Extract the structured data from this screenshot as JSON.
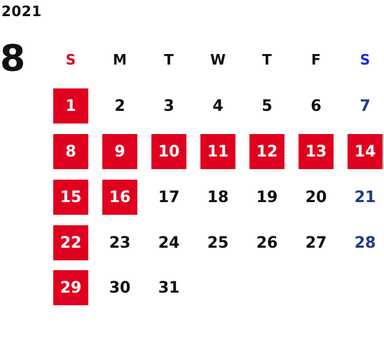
{
  "calendar": {
    "year": "2021",
    "month": "8",
    "weekdays": [
      "S",
      "M",
      "T",
      "W",
      "T",
      "F",
      "S"
    ],
    "weeks": [
      [
        "",
        "",
        "",
        "",
        "",
        "",
        ""
      ],
      [
        "1",
        "2",
        "3",
        "4",
        "5",
        "6",
        "7"
      ],
      [
        "8",
        "9",
        "10",
        "11",
        "12",
        "13",
        "14"
      ],
      [
        "15",
        "16",
        "17",
        "18",
        "19",
        "20",
        "21"
      ],
      [
        "22",
        "23",
        "24",
        "25",
        "26",
        "27",
        "28"
      ],
      [
        "29",
        "30",
        "31",
        "",
        "",
        "",
        ""
      ]
    ],
    "highlighted_days": [
      "1",
      "8",
      "9",
      "10",
      "11",
      "12",
      "13",
      "14",
      "15",
      "16",
      "22",
      "29"
    ],
    "colors": {
      "highlight": "#e0001f",
      "sunday_header": "#e0001f",
      "saturday_header": "#1a2fd0",
      "saturday_text": "#1f3c8a",
      "text": "#111111"
    }
  }
}
